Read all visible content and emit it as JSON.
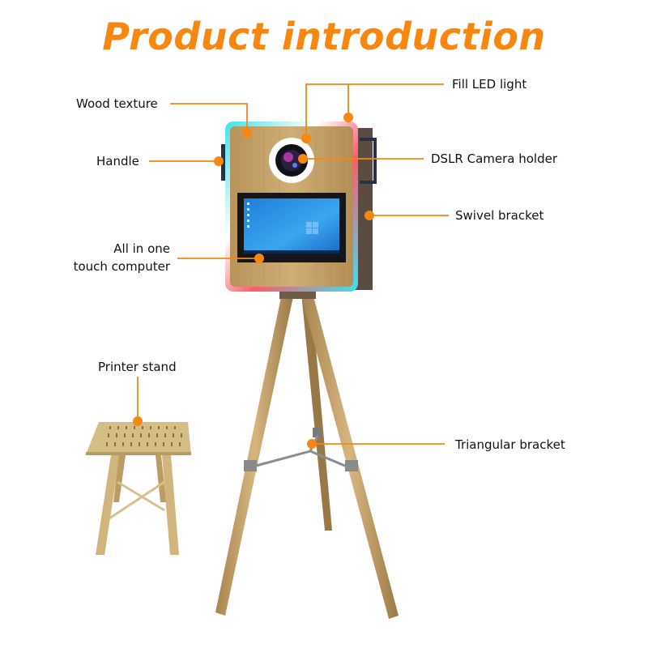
{
  "title": "Product introduction",
  "colors": {
    "accent": "#f7870f",
    "wood": "#c8a56a",
    "screen": "#2a8fe0",
    "led_cyan": "#3fe0f0",
    "led_red": "#ff4d4d"
  },
  "callouts": [
    {
      "id": "wood-texture",
      "label": "Wood texture"
    },
    {
      "id": "handle",
      "label": "Handle"
    },
    {
      "id": "all-in-one",
      "label_line1": "All in one",
      "label_line2": "touch computer"
    },
    {
      "id": "fill-led-light",
      "label": "Fill LED light"
    },
    {
      "id": "dslr-camera-holder",
      "label": "DSLR Camera holder"
    },
    {
      "id": "swivel-bracket",
      "label": "Swivel bracket"
    },
    {
      "id": "printer-stand",
      "label": "Printer stand"
    },
    {
      "id": "triangular-bracket",
      "label": "Triangular bracket"
    }
  ]
}
